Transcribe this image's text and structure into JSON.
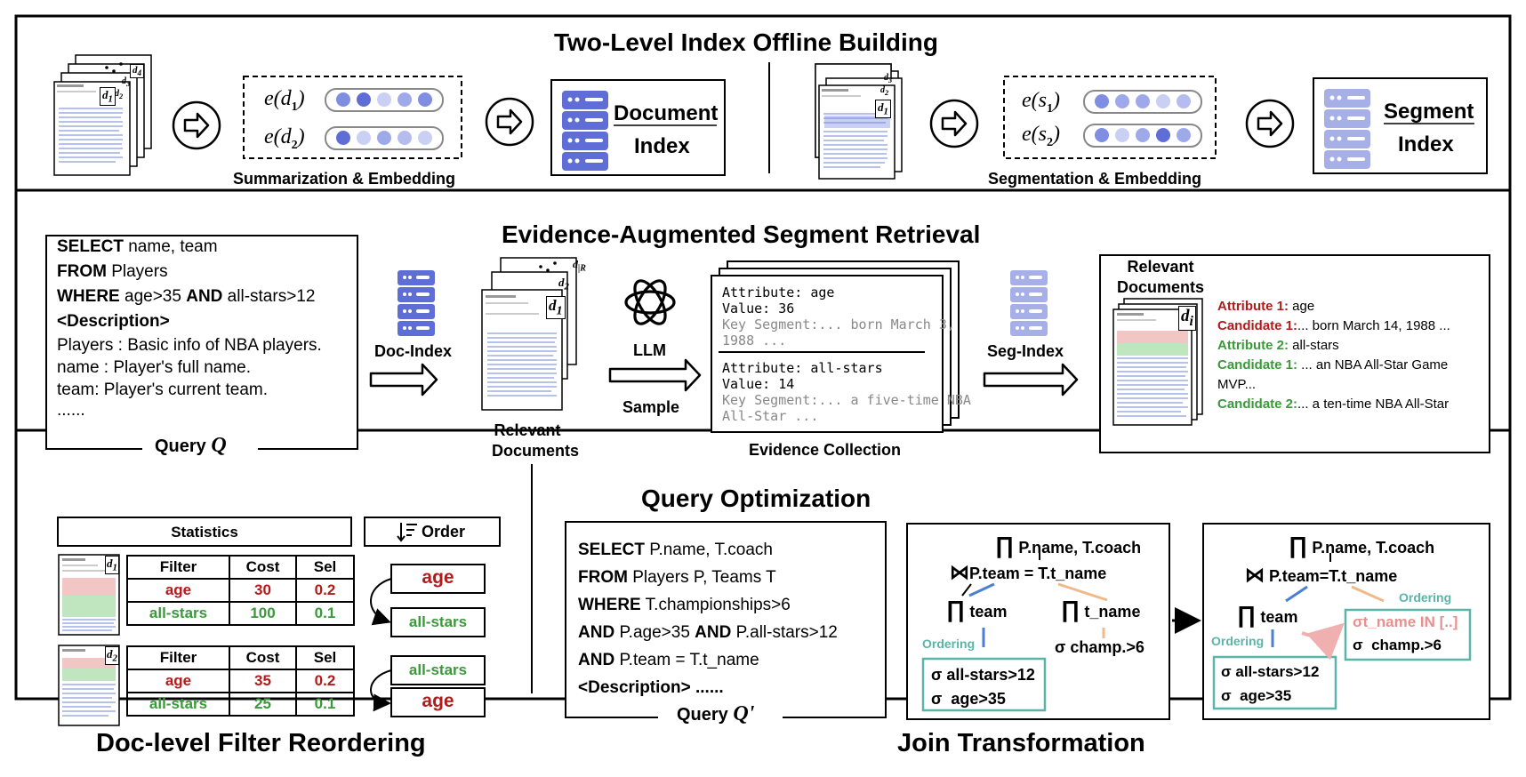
{
  "colors": {
    "red": "#b31b1b",
    "green": "#3a9a3a",
    "blue_dot": "#5f6ed6",
    "light_dot": "#c9d0f4",
    "teal_box": "#5ab5a8",
    "orange_line": "#f0b98a",
    "blue_line": "#4a7fd4"
  },
  "sec1": {
    "title": "Two-Level Index Offline Building",
    "emb_doc": [
      "e(d",
      "1",
      ")",
      "e(d",
      "2",
      ")"
    ],
    "emb_seg": [
      "e(s",
      "1",
      ")",
      "e(s",
      "2",
      ")"
    ],
    "summ_label": "Summarization & Embedding",
    "seg_label": "Segmentation & Embedding",
    "doc_index": [
      "Document",
      "Index"
    ],
    "seg_index": [
      "Segment",
      "Index"
    ],
    "doc_tags": [
      "d",
      "1",
      "d",
      "2",
      "d",
      "3",
      "d",
      "4"
    ]
  },
  "sec2": {
    "title": "Evidence-Augmented Segment Retrieval",
    "query_lines": [
      {
        "k": "SELECT",
        "t": " name, team"
      },
      {
        "k": "FROM",
        "t": " Players"
      },
      {
        "k": "WHERE",
        "t": " age>35 ",
        "k2": "AND",
        "t2": " all-stars>12"
      },
      {
        "k": "<Description>",
        "t": ""
      },
      {
        "k": "",
        "t": "Players : Basic info of NBA players."
      },
      {
        "k": "",
        "t": "name : Player's full name."
      },
      {
        "k": "",
        "t": "team:  Player's current team."
      },
      {
        "k": "",
        "t": "......"
      }
    ],
    "query_label": "Query",
    "query_sym": "Q",
    "doc_index_label": "Doc-Index",
    "relevant_docs": [
      "Relevant",
      "Documents"
    ],
    "llm": "LLM",
    "sample": "Sample",
    "seg_index_label": "Seg-Index",
    "evidence_label": "Evidence Collection",
    "evidence": [
      {
        "attr": "Attribute: age",
        "val": "Value: 36",
        "seg": [
          "Key Segment:... born March 3,",
          "1988 ..."
        ]
      },
      {
        "attr": "Attribute: all-stars",
        "val": "Value: 14",
        "seg": [
          "Key Segment:... a five-time NBA",
          "All-Star ..."
        ]
      }
    ],
    "rel_docs_title": [
      "Relevant",
      "Documents"
    ],
    "candidates": [
      {
        "k": "Attribute 1:",
        "t": " age",
        "c": "red"
      },
      {
        "k": "Candidate 1:",
        "t": "... born March 14, 1988 ...",
        "c": "red"
      },
      {
        "k": "Attribute 2:",
        "t": " all-stars",
        "c": "green"
      },
      {
        "k": "Candidate 1:",
        "t": " ... an NBA All-Star Game",
        "c": "green"
      },
      {
        "k": "",
        "t": "MVP...",
        "c": "green"
      },
      {
        "k": "Candidate 2:",
        "t": "... a ten-time NBA All-Star",
        "c": "green"
      }
    ],
    "di_tag": [
      "d",
      "i"
    ],
    "doc_tags": [
      "d",
      "1",
      "d",
      "2",
      "d",
      "|R",
      "d",
      "1"
    ]
  },
  "sec3": {
    "title": "Query Optimization",
    "statistics": "Statistics",
    "order": "Order",
    "table_header": [
      "Filter",
      "Cost",
      "Sel"
    ],
    "table1": [
      {
        "f": "age",
        "c": "30",
        "s": "0.2",
        "col": "red"
      },
      {
        "f": "all-stars",
        "c": "100",
        "s": "0.1",
        "col": "green"
      }
    ],
    "table2": [
      {
        "f": "age",
        "c": "35",
        "s": "0.2",
        "col": "red"
      },
      {
        "f": "all-stars",
        "c": "25",
        "s": "0.1",
        "col": "green"
      }
    ],
    "order1": [
      "age",
      "all-stars"
    ],
    "order2": [
      "all-stars",
      "age"
    ],
    "doc_tags": [
      "d",
      "1",
      "d",
      "2"
    ],
    "reorder_title": "Doc-level Filter Reordering",
    "query2_lines": [
      {
        "k": "SELECT",
        "t": " P.name, T.coach"
      },
      {
        "k": "FROM",
        "t": " Players P, Teams T"
      },
      {
        "k": "WHERE",
        "t": " T.championships>6"
      },
      {
        "k": "AND",
        "t": " P.age>35 ",
        "k2": "AND",
        "t2": " P.all-stars>12"
      },
      {
        "k": "AND",
        "t": " P.team = T.t_name"
      },
      {
        "k": "<Description>",
        "t": " ......"
      }
    ],
    "query2_label": "Query",
    "query2_sym": "Q'",
    "plan1": {
      "proj": "P.name, T.coach",
      "join": "P.team = T.t_name",
      "left": "team",
      "right": "t_name",
      "ordering": "Ordering",
      "champ": "champ.>6",
      "f1": "all-stars>12",
      "f2": "age>35"
    },
    "plan2": {
      "proj": "P.name, T.coach",
      "join": "P.team=T.t_name",
      "left": "team",
      "ordering_r": "Ordering",
      "ordering_l": "Ordering",
      "in_pred": "t_name IN [..]",
      "champ": "champ.>6",
      "f1": "all-stars>12",
      "f2": "age>35"
    },
    "join_title": "Join Transformation"
  }
}
